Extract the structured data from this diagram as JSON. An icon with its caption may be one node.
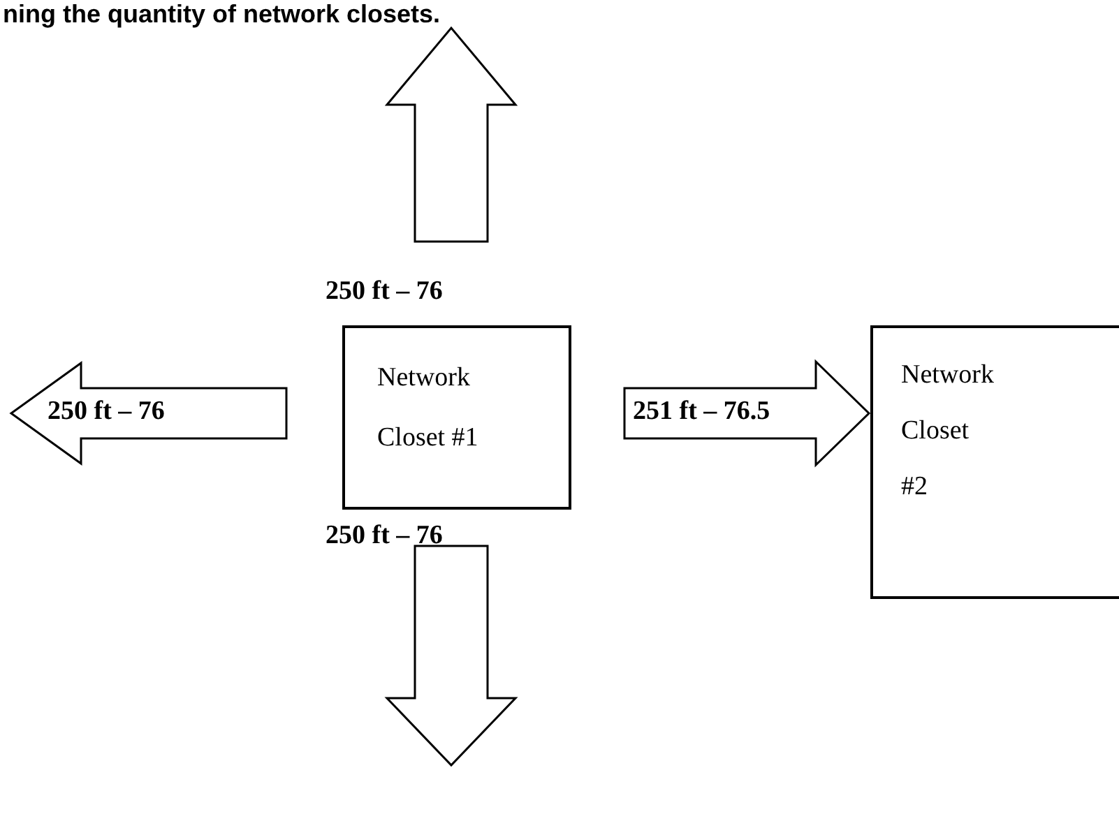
{
  "diagram": {
    "title": "ning the quantity of network closets.",
    "nodes": [
      {
        "text": [
          "Network Closet #1"
        ]
      },
      {
        "text": [
          "Network Closet #2"
        ]
      }
    ],
    "edges": [
      {
        "from": 0,
        "to": 1,
        "arrow": "to",
        "label": "251 ft – 76.5"
      }
    ],
    "labels": [
      "250 ft – 76",
      "250 ft – 76",
      "250 ft – 76"
    ]
  }
}
